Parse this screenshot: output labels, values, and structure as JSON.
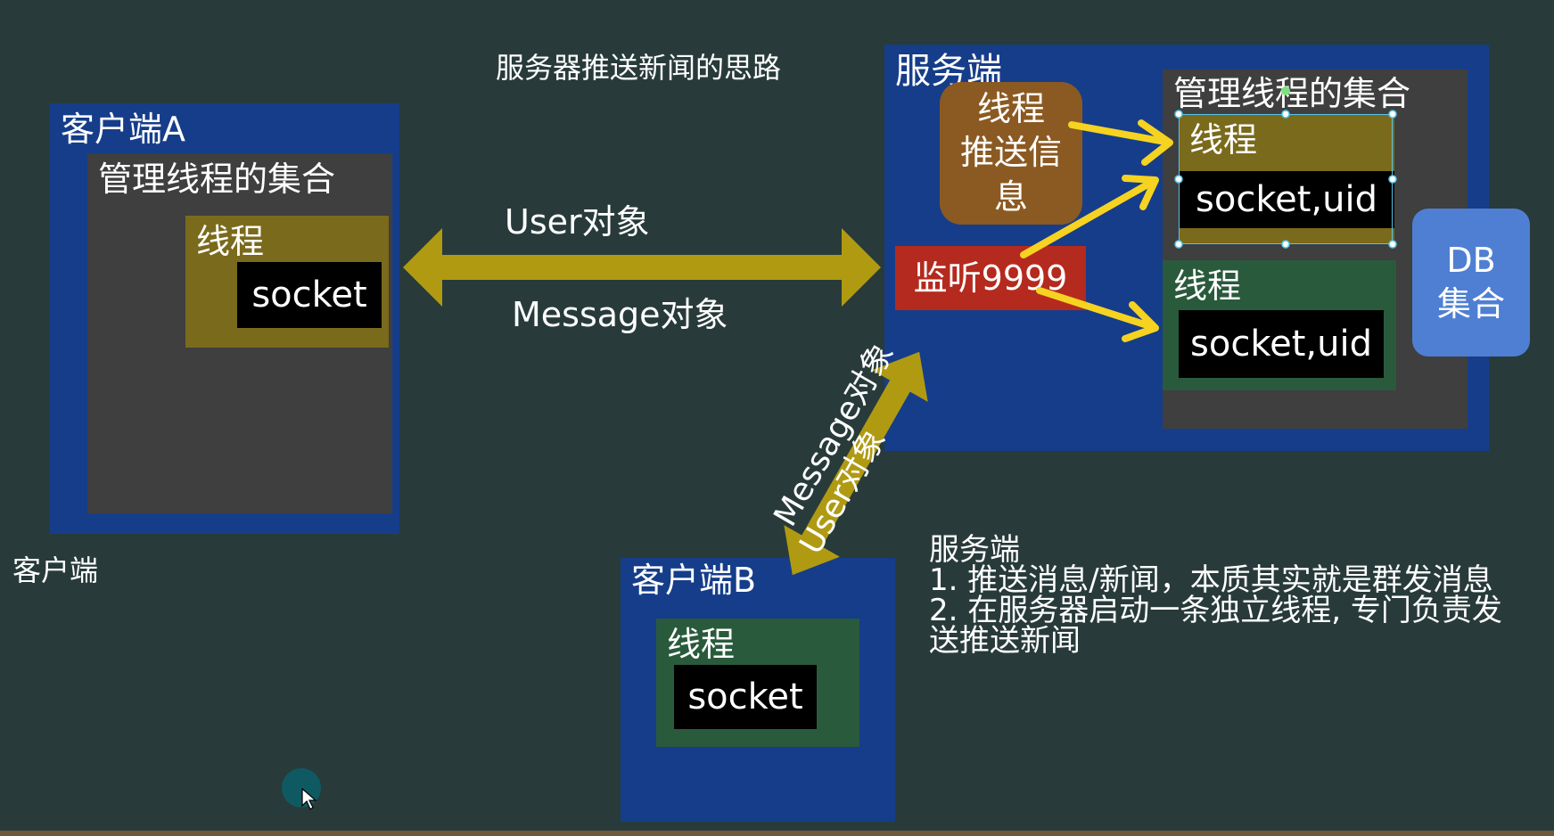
{
  "title": "服务器推送新闻的思路",
  "client_a": {
    "label": "客户端A",
    "collection_label": "管理线程的集合",
    "thread_label": "线程",
    "socket_label": "socket"
  },
  "client_caption": "客户端",
  "link_ab": {
    "top_label": "User对象",
    "bottom_label": "Message对象"
  },
  "link_b": {
    "label1": "Message对象",
    "label2": "User对象"
  },
  "server": {
    "label": "服务端",
    "push_thread_label": "线程\n推送信\n息",
    "listen_label": "监听9999",
    "collection_label": "管理线程的集合",
    "threads": [
      {
        "thread_label": "线程",
        "socket_label": "socket,uid"
      },
      {
        "thread_label": "线程",
        "socket_label": "socket,uid"
      }
    ],
    "db_label": "DB\n集合"
  },
  "client_b": {
    "label": "客户端B",
    "thread_label": "线程",
    "socket_label": "socket"
  },
  "notes": {
    "heading": "服务端",
    "line1": "1. 推送消息/新闻，本质其实就是群发消息",
    "line2": "2. 在服务器启动一条独立线程, 专门负责发",
    "line3": "送推送新闻"
  },
  "colors": {
    "background": "#283b3a",
    "blue_panel": "#163d8a",
    "gray_panel": "#3f3f3f",
    "olive_thread": "#7a6a1c",
    "green_thread": "#2a5a3c",
    "brown_push": "#8b5a22",
    "red_listen": "#b52a1e",
    "db_blue": "#4f7fd3",
    "link_arrow": "#b09a12",
    "pointer_arrow": "#f5d320"
  }
}
